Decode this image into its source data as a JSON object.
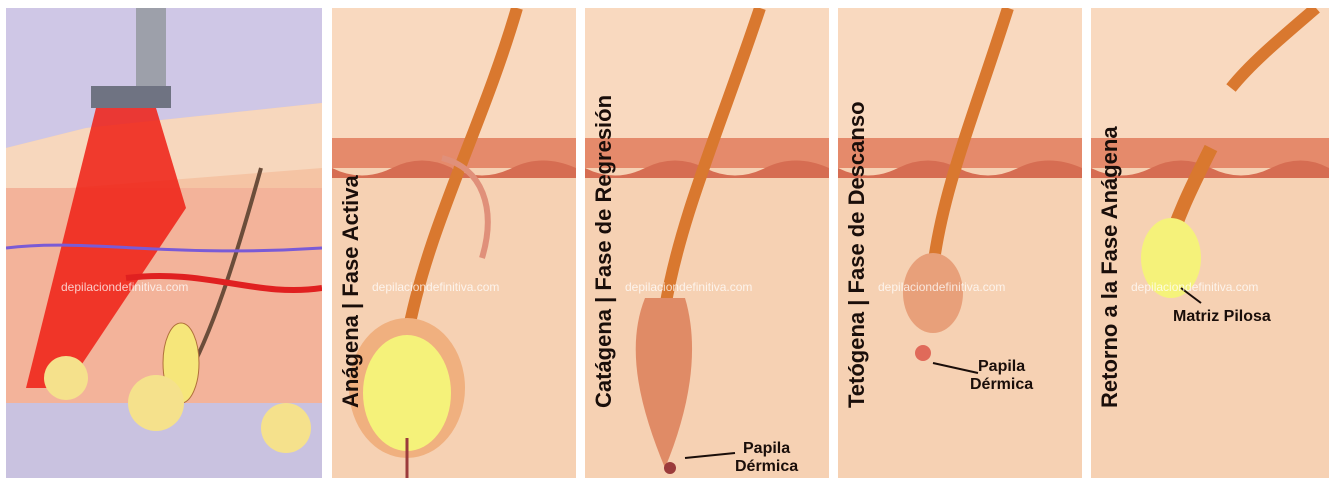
{
  "watermark": "depilaciondefinitiva.com",
  "panels": [
    {
      "id": "laser"
    },
    {
      "id": "anagena",
      "label": "Anágena | Fase Activa"
    },
    {
      "id": "catagena",
      "label": "Catágena | Fase de Regresión",
      "callout": [
        "Papila",
        "Dérmica"
      ]
    },
    {
      "id": "telogena",
      "label": "Tetógena | Fase de Descanso",
      "callout": [
        "Papila",
        "Dérmica"
      ]
    },
    {
      "id": "retorno",
      "label": "Retorno a la Fase Anágena",
      "callout": [
        "Matriz Pilosa"
      ]
    }
  ],
  "colors": {
    "skin": "#f7c9a6",
    "dermis": "#f2b18f",
    "epidermis": "#e58a6b",
    "hair": "#d9782f",
    "bulb_yellow": "#f5f27a",
    "laser": "#ee1f14"
  }
}
